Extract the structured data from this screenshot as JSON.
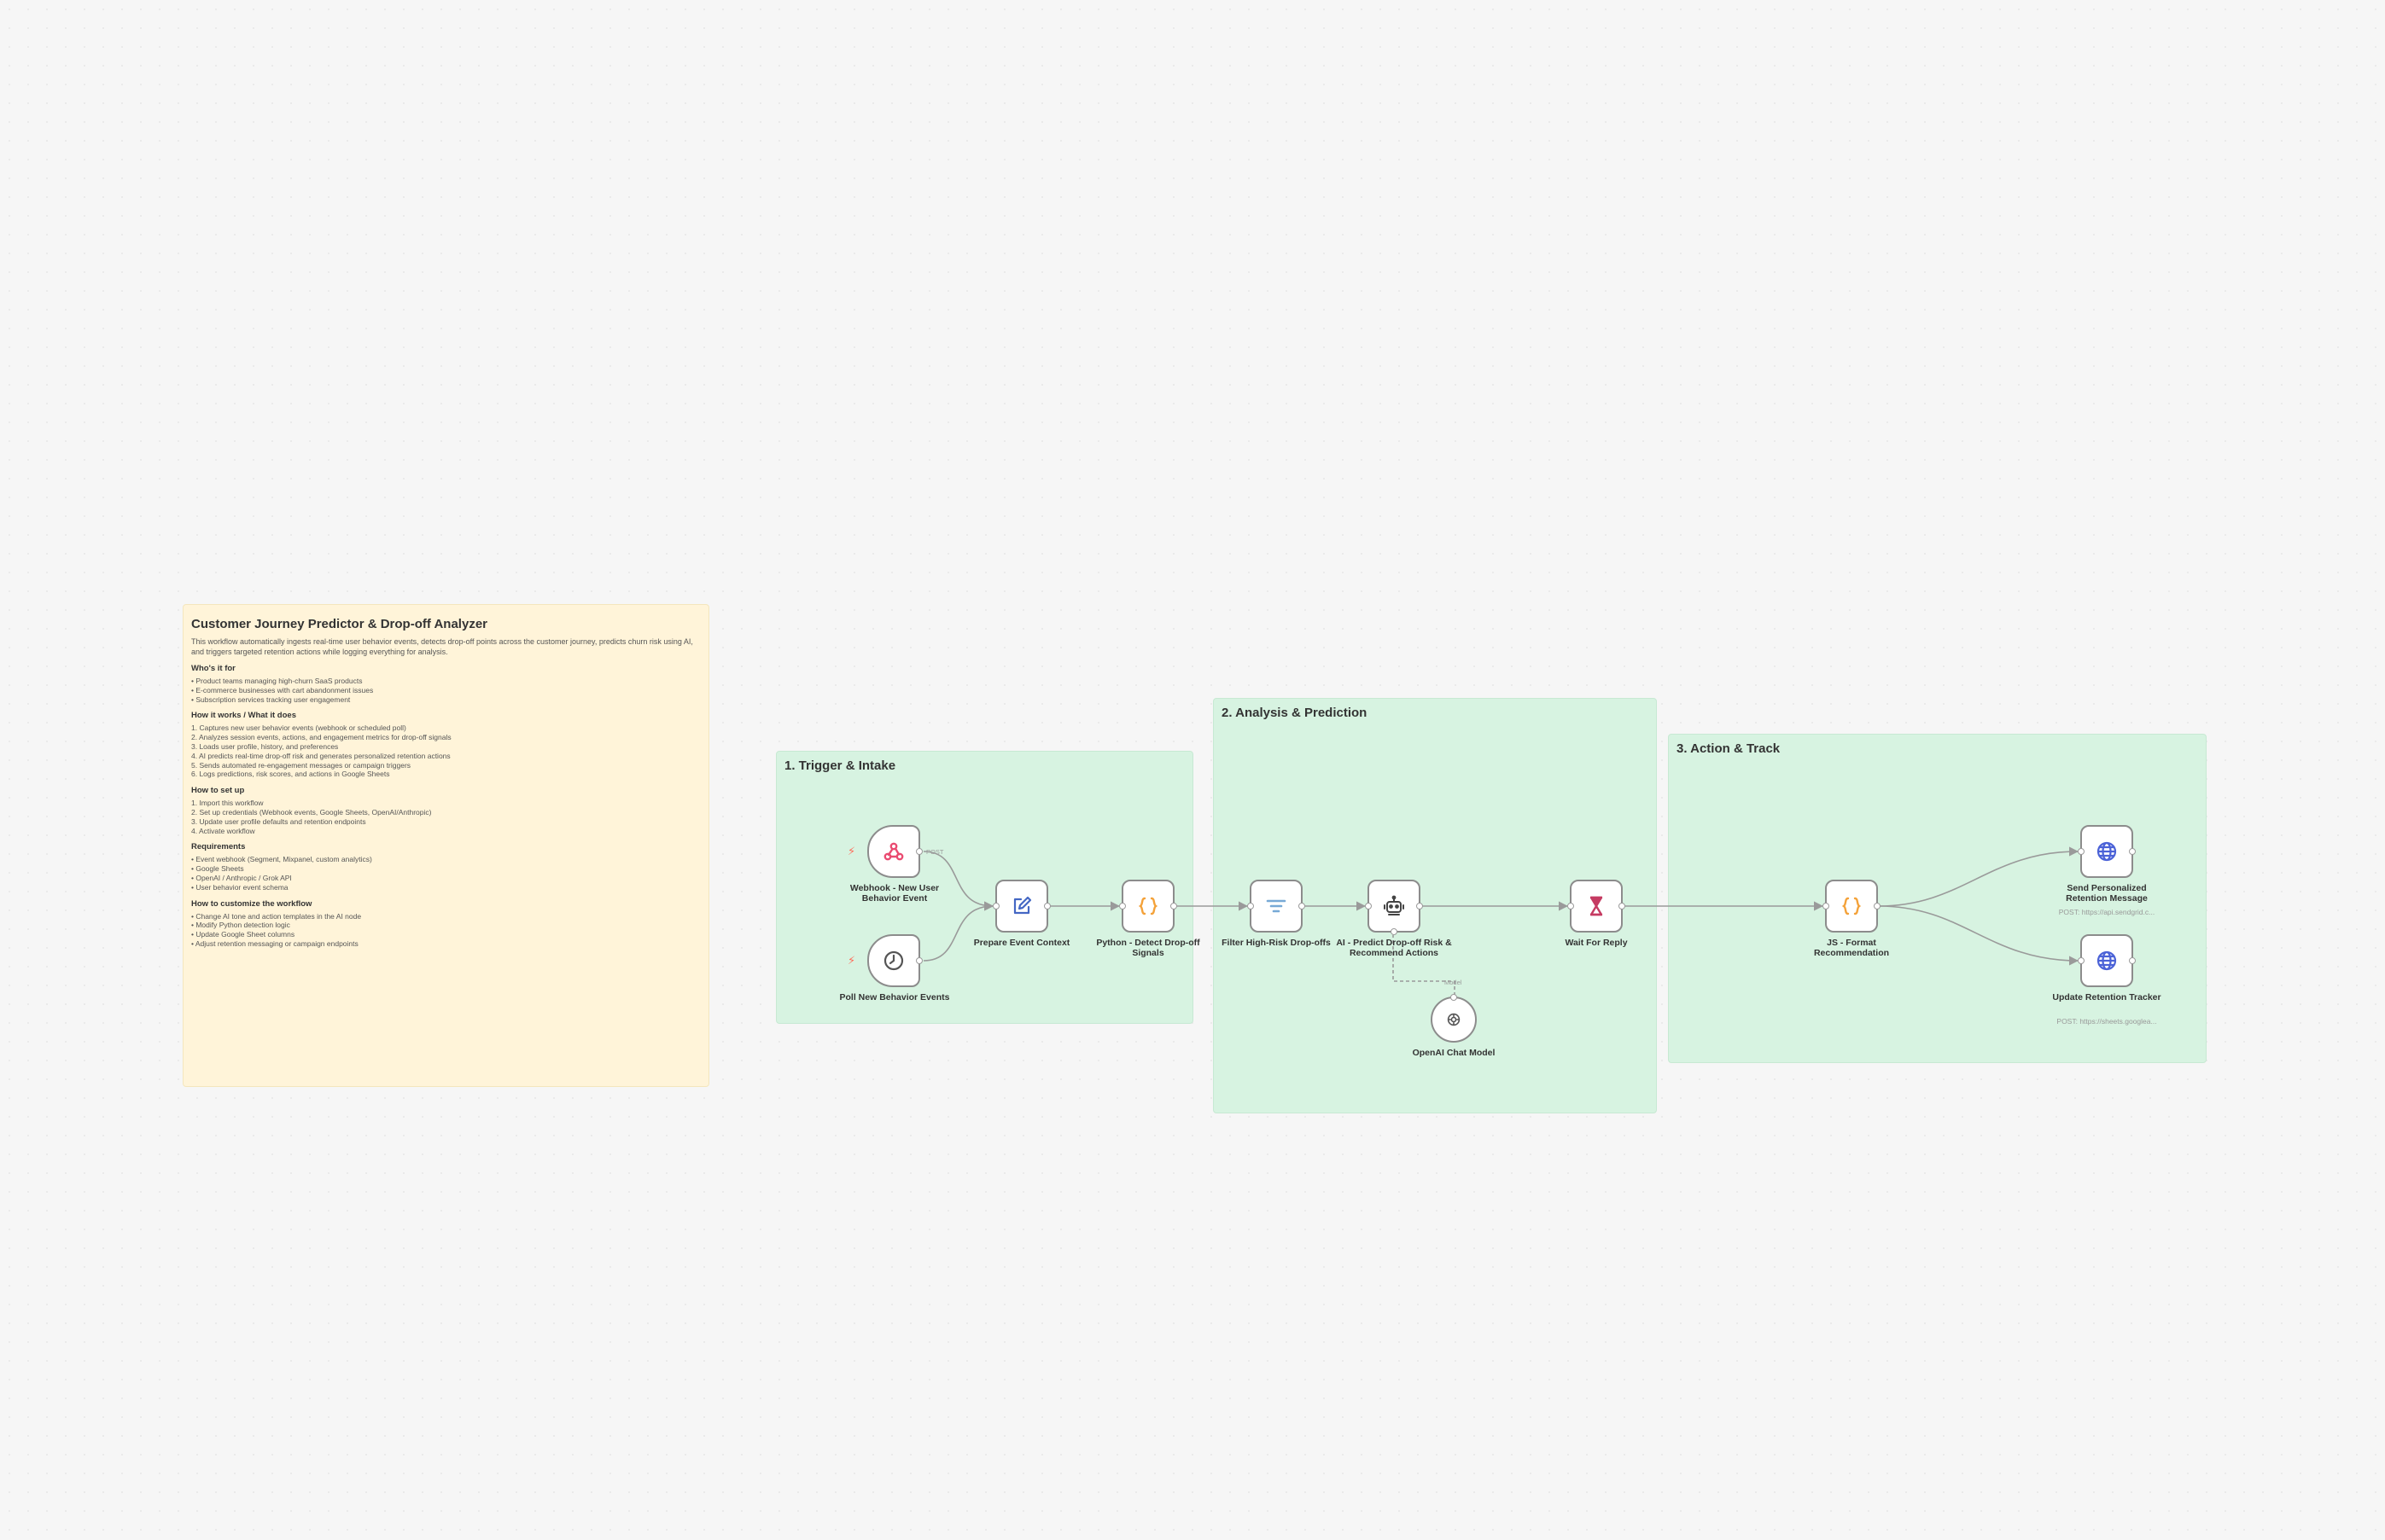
{
  "note": {
    "title": "Customer Journey Predictor & Drop-off Analyzer",
    "intro": "This workflow automatically ingests real-time user behavior events, detects drop-off points across the customer journey, predicts churn risk using AI, and triggers targeted retention actions while logging everything for analysis.",
    "sections": [
      {
        "heading": "Who's it for",
        "lines": [
          "• Product teams managing high-churn SaaS products",
          "• E-commerce businesses with cart abandonment issues",
          "• Subscription services tracking user engagement"
        ]
      },
      {
        "heading": "How it works / What it does",
        "lines": [
          "1. Captures new user behavior events (webhook or scheduled poll)",
          "2. Analyzes session events, actions, and engagement metrics for drop-off signals",
          "3. Loads user profile, history, and preferences",
          "4. AI predicts real-time drop-off risk and generates personalized retention actions",
          "5. Sends automated re-engagement messages or campaign triggers",
          "6. Logs predictions, risk scores, and actions in Google Sheets"
        ]
      },
      {
        "heading": "How to set up",
        "lines": [
          "1. Import this workflow",
          "2. Set up credentials (Webhook events, Google Sheets, OpenAI/Anthropic)",
          "3. Update user profile defaults and retention endpoints",
          "4. Activate workflow"
        ]
      },
      {
        "heading": "Requirements",
        "lines": [
          "• Event webhook (Segment, Mixpanel, custom analytics)",
          "• Google Sheets",
          "• OpenAI / Anthropic / Grok API",
          "• User behavior event schema"
        ]
      },
      {
        "heading": "How to customize the workflow",
        "lines": [
          "• Change AI tone and action templates in the AI node",
          "• Modify Python detection logic",
          "• Update Google Sheet columns",
          "• Adjust retention messaging or campaign endpoints"
        ]
      }
    ]
  },
  "groups": {
    "trigger": {
      "title": "1. Trigger & Intake"
    },
    "analysis": {
      "title": "2. Analysis & Prediction"
    },
    "action": {
      "title": "3. Action & Track"
    }
  },
  "nodes": {
    "webhook": {
      "label": "Webhook - New User Behavior Event",
      "icon": "webhook-icon",
      "badge": "POST"
    },
    "poll": {
      "label": "Poll New Behavior Events",
      "icon": "clock-icon"
    },
    "prepare": {
      "label": "Prepare Event Context",
      "icon": "edit-icon"
    },
    "python": {
      "label": "Python - Detect Drop-off Signals",
      "icon": "code-braces-icon"
    },
    "filter": {
      "label": "Filter High-Risk Drop-offs",
      "icon": "filter-icon"
    },
    "ai_agent": {
      "label": "AI - Predict Drop-off Risk & Recommend Actions",
      "icon": "robot-icon"
    },
    "openai": {
      "label": "OpenAI Chat Model",
      "icon": "openai-icon",
      "tag": "Model"
    },
    "wait": {
      "label": "Wait For Reply",
      "icon": "hourglass-icon"
    },
    "js_format": {
      "label": "JS - Format Recommendation",
      "icon": "code-braces-icon"
    },
    "send_message": {
      "label": "Send Personalized Retention Message",
      "sub": "POST: https://api.sendgrid.c...",
      "icon": "globe-icon"
    },
    "update_tracker": {
      "label": "Update Retention Tracker",
      "sub": "POST: https://sheets.googlea...",
      "icon": "globe-icon"
    }
  },
  "colors": {
    "canvas": "#f6f6f6",
    "note_bg": "#fff4d9",
    "group_bg": "#d7f3e1",
    "webhook": "#ea4b71",
    "code": "#f4a23a",
    "filter": "#77a9d6",
    "hourglass": "#c53b62",
    "globe": "#4b62d7",
    "edit": "#4467c4",
    "edge": "#9a9a9a"
  }
}
